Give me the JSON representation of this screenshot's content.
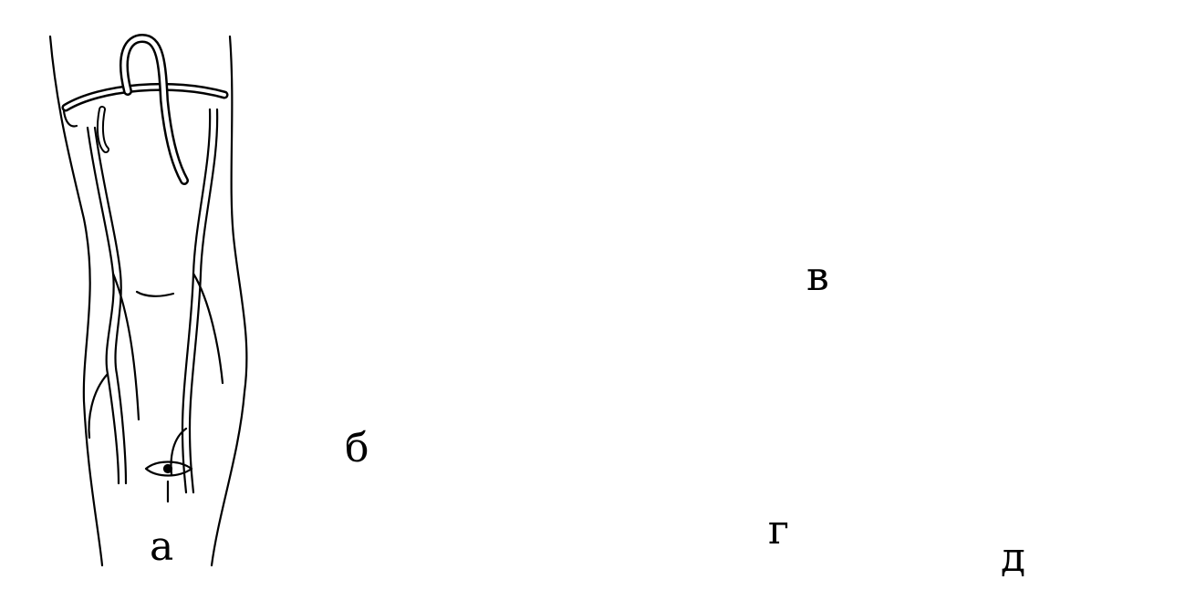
{
  "panels": [
    {
      "id": "a",
      "label": "а"
    },
    {
      "id": "b",
      "label": "б"
    },
    {
      "id": "v",
      "label": "в"
    },
    {
      "id": "g",
      "label": "г"
    },
    {
      "id": "d",
      "label": "д"
    }
  ],
  "colors": {
    "ink": "#000000",
    "paper": "#ffffff"
  }
}
